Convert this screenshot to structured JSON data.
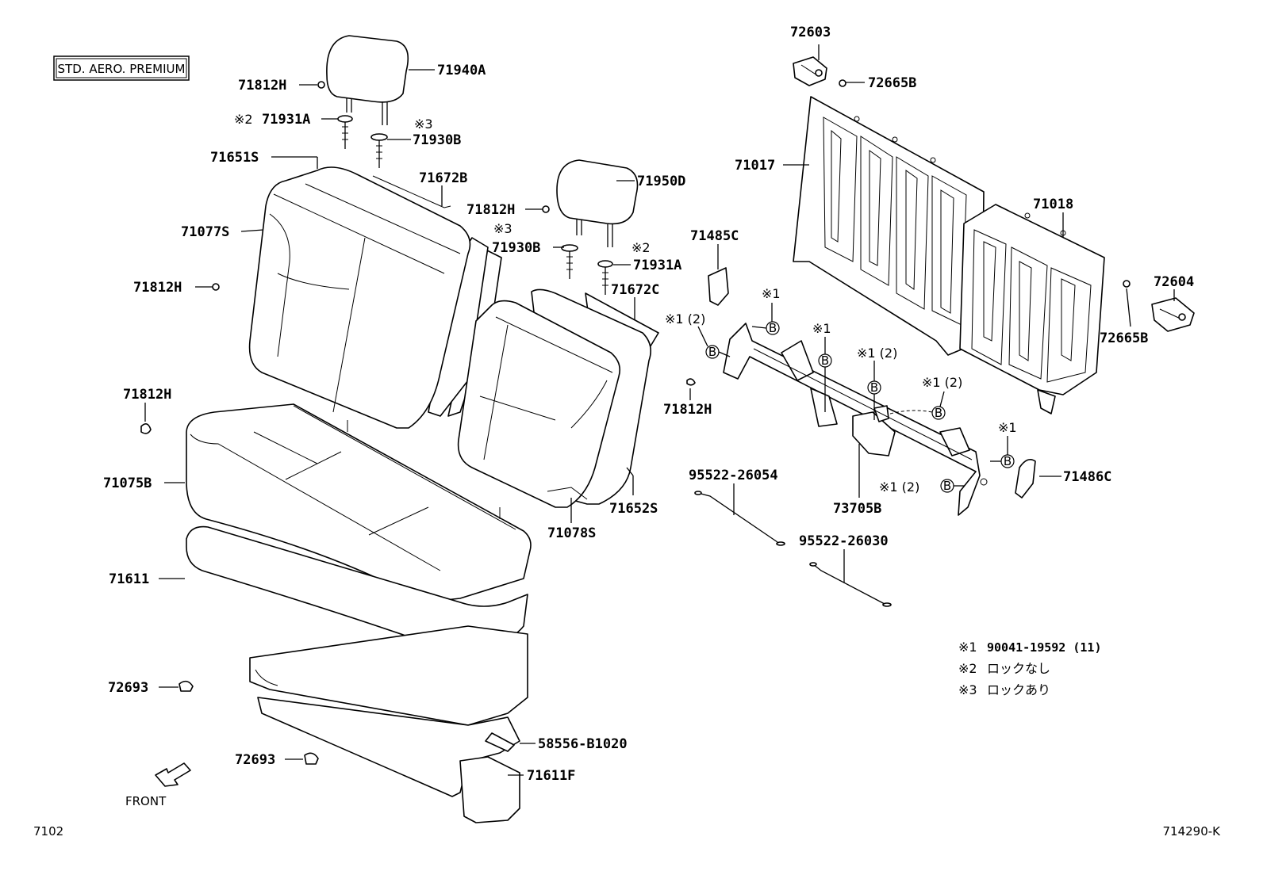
{
  "badge": "STD. AERO. PREMIUM",
  "parts": {
    "p71940A": "71940A",
    "p71812H_a": "71812H",
    "p71931A_a": "71931A",
    "p71930B_a": "71930B",
    "p71651S": "71651S",
    "p71672B": "71672B",
    "p71077S": "71077S",
    "p71812H_b": "71812H",
    "p71812H_c": "71812H",
    "p71075B": "71075B",
    "p71611": "71611",
    "p72693_a": "72693",
    "p72693_b": "72693",
    "p58556": "58556-B1020",
    "p71611F": "71611F",
    "p71950D": "71950D",
    "p71812H_d": "71812H",
    "p71930B_b": "71930B",
    "p71931A_b": "71931A",
    "p71672C": "71672C",
    "p71812H_e": "71812H",
    "p71652S": "71652S",
    "p71078S": "71078S",
    "p72603": "72603",
    "p72665B_a": "72665B",
    "p71017": "71017",
    "p71018": "71018",
    "p72604": "72604",
    "p72665B_b": "72665B",
    "p71485C": "71485C",
    "p71486C": "71486C",
    "p73705B": "73705B",
    "p95522_a": "95522-26054",
    "p95522_b": "95522-26030"
  },
  "marks": {
    "m2_a": "※2",
    "m3_a": "※3",
    "m3_b": "※3",
    "m2_b": "※2",
    "m1_a": "※1",
    "m1_b": "※1 (2)",
    "m1_c": "※1",
    "m1_d": "※1 (2)",
    "m1_e": "※1 (2)",
    "m1_f": "※1",
    "m1_g": "※1 (2)",
    "circle_b": "B"
  },
  "legend": [
    {
      "mark": "※1",
      "text": "90041-19592 (11)"
    },
    {
      "mark": "※2",
      "text": "ロックなし"
    },
    {
      "mark": "※3",
      "text": "ロックあり"
    }
  ],
  "front_label": "FRONT",
  "page_code_left": "7102",
  "page_code_right": "714290-K"
}
